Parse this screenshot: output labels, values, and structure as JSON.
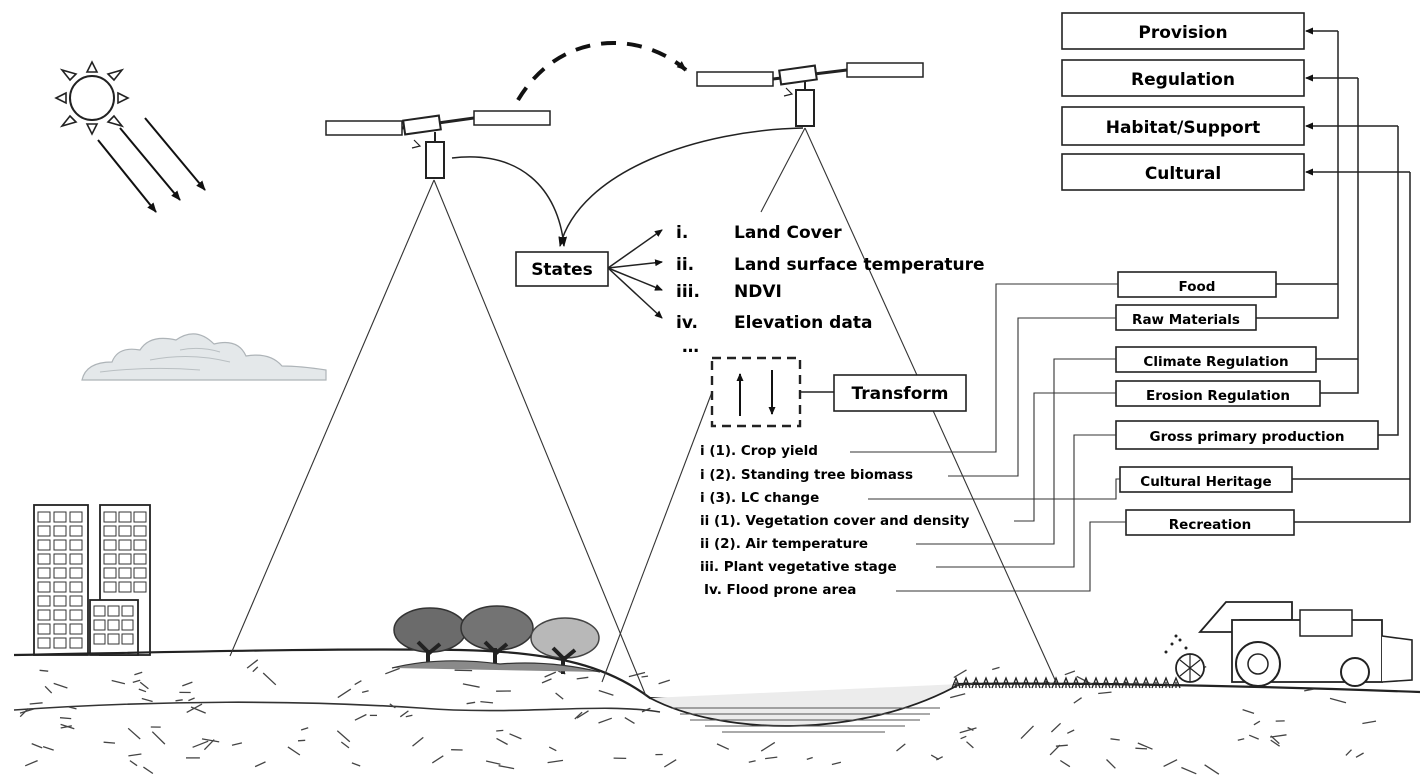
{
  "services": [
    "Provision",
    "Regulation",
    "Habitat/Support",
    "Cultural"
  ],
  "states_label": "States",
  "state_items": [
    {
      "num": "i.",
      "text": "Land Cover"
    },
    {
      "num": "ii.",
      "text": "Land surface temperature"
    },
    {
      "num": "iii.",
      "text": "NDVI"
    },
    {
      "num": "iv.",
      "text": "Elevation data"
    }
  ],
  "ellipsis": "…",
  "transform_label": "Transform",
  "derived_items": [
    "i (1). Crop yield",
    "i (2). Standing tree biomass",
    "i (3). LC change",
    "ii (1). Vegetation cover and density",
    "ii (2). Air temperature",
    "iii. Plant vegetative stage",
    "Iv. Flood prone area"
  ],
  "benefits": [
    "Food",
    "Raw Materials",
    "Climate Regulation",
    "Erosion Regulation",
    "Gross primary production",
    "Cultural Heritage",
    "Recreation"
  ]
}
